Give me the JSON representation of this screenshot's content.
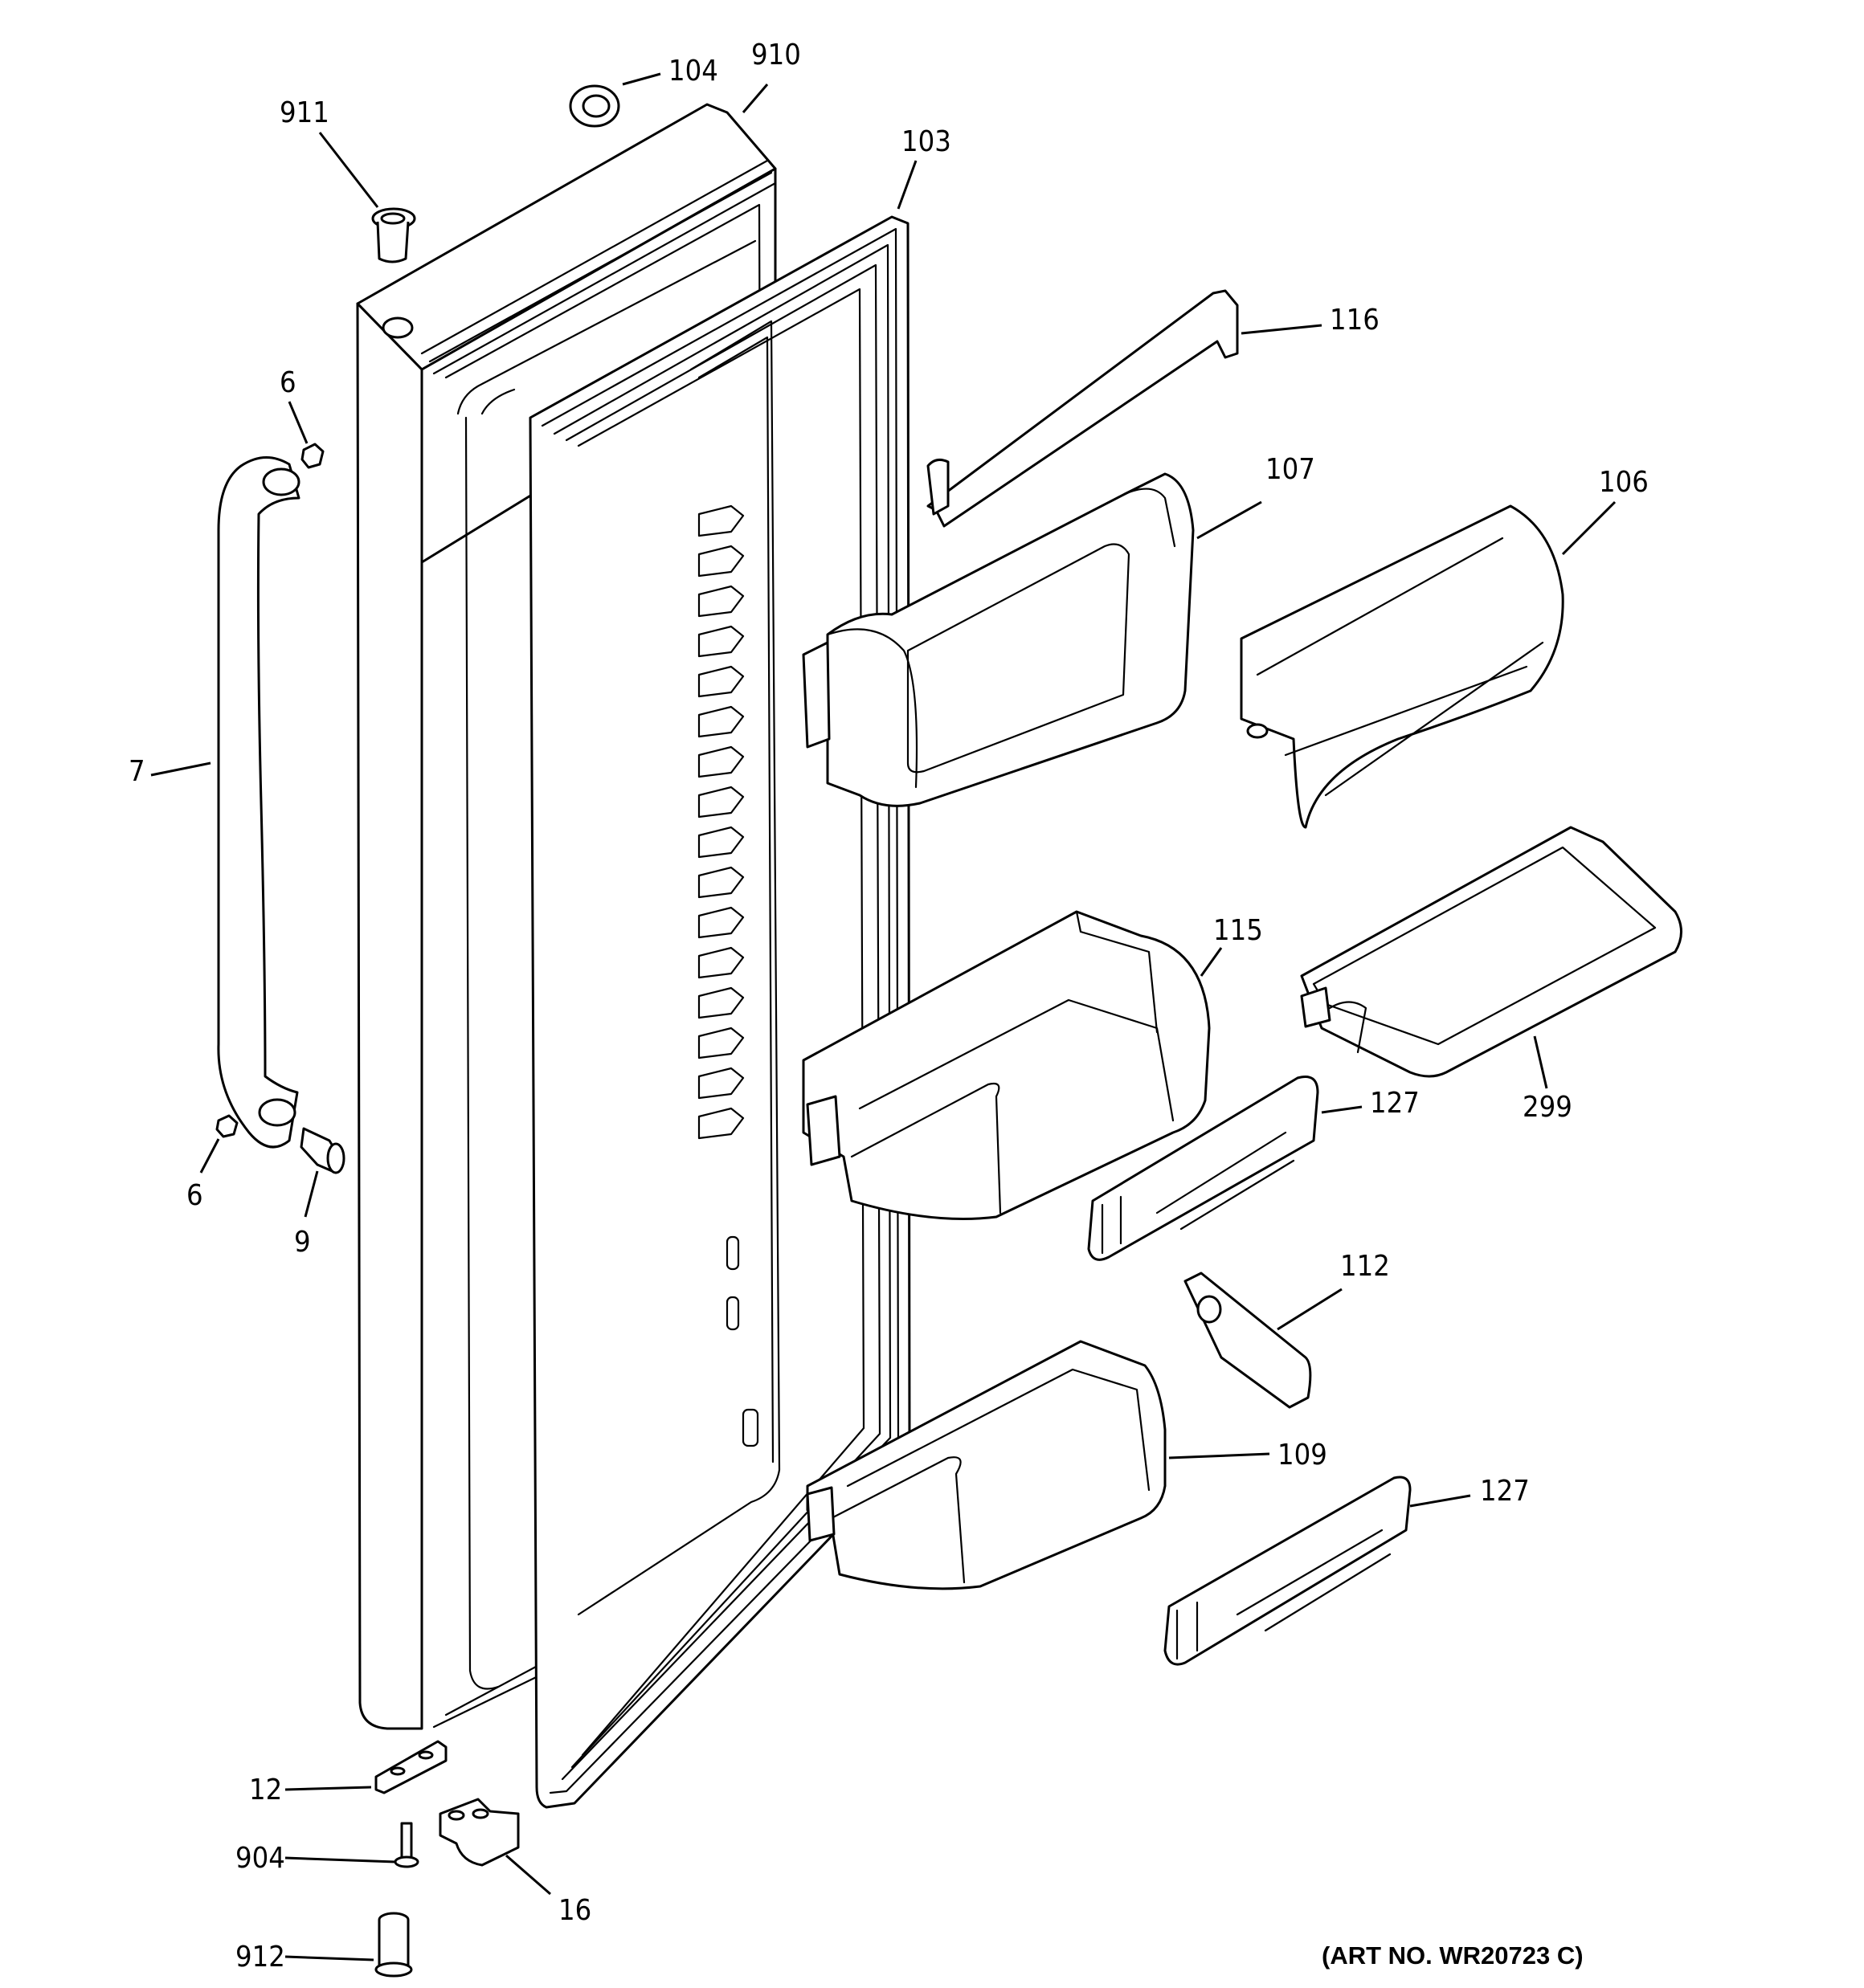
{
  "callouts": {
    "p104": "104",
    "p910": "910",
    "p911": "911",
    "p103": "103",
    "p116": "116",
    "p6a": "6",
    "p107": "107",
    "p106": "106",
    "p7": "7",
    "p115": "115",
    "p127a": "127",
    "p299": "299",
    "p6b": "6",
    "p9": "9",
    "p112": "112",
    "p109": "109",
    "p127b": "127",
    "p12": "12",
    "p904": "904",
    "p16": "16",
    "p912": "912"
  },
  "art_number": "(ART NO. WR20723 C)"
}
